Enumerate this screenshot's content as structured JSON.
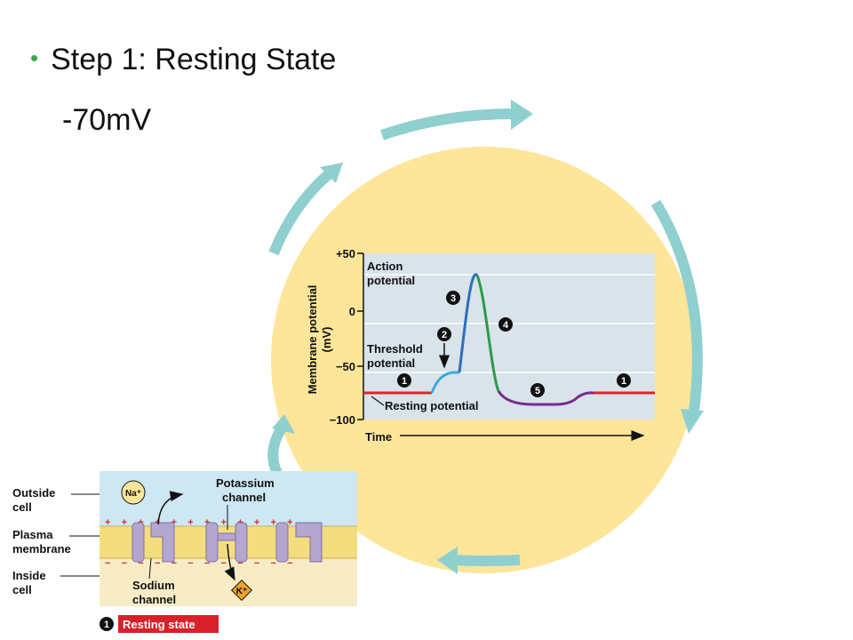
{
  "slide": {
    "bullet": "Step 1: Resting State",
    "value": "-70mV"
  },
  "graph": {
    "y_ticks": [
      "+50",
      "0",
      "−50",
      "−100"
    ],
    "y_label_1": "Membrane potential",
    "y_label_2": "(mV)",
    "x_label": "Time",
    "action_label_1": "Action",
    "action_label_2": "potential",
    "threshold_label_1": "Threshold",
    "threshold_label_2": "potential",
    "resting_label": "Resting potential",
    "step_numbers": [
      "1",
      "2",
      "3",
      "4",
      "5",
      "1"
    ]
  },
  "membrane": {
    "outside_1": "Outside",
    "outside_2": "cell",
    "plasma_1": "Plasma",
    "plasma_2": "membrane",
    "inside_1": "Inside",
    "inside_2": "cell",
    "na_label": "Na⁺",
    "k_label": "K⁺",
    "potassium_1": "Potassium",
    "potassium_2": "channel",
    "sodium_1": "Sodium",
    "sodium_2": "channel",
    "plus_signs": "+    +    +    +    +    +    +    +    +    +    +    +",
    "minus_signs": "−    −    −    −    −    −    −    −    −    −    −    −",
    "step_number": "1",
    "caption": "Resting state"
  },
  "colors": {
    "bullet": "#3aa54a",
    "circle": "#fde59a",
    "arrows": "#8fcfcf",
    "graph_bg": "#d8e3ea",
    "resting_line": "#d42a2a",
    "depol_start": "#3aa9e0",
    "rising": "#2f6fb8",
    "falling": "#2a9a4a",
    "undershoot": "#7a2a8a"
  }
}
